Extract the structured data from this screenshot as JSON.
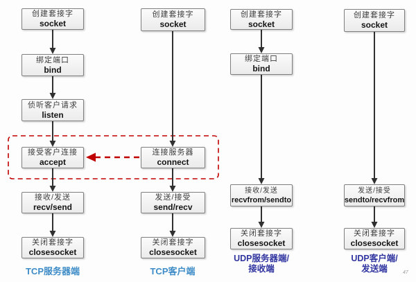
{
  "colors": {
    "accent_red": "#C00000",
    "tcp_label_blue": "#3E8CC7",
    "udp_label_blue": "#3135A0",
    "box_border_gray": "#7F7F7F",
    "arrow_dark": "#303030"
  },
  "watermark": "47",
  "columns": [
    {
      "label1": "TCP服务器端",
      "label2": "",
      "nodes": [
        {
          "zh": "创建套接字",
          "en": "socket"
        },
        {
          "zh": "绑定端口",
          "en": "bind"
        },
        {
          "zh": "侦听客户请求",
          "en": "listen"
        },
        {
          "zh": "接受客户连接",
          "en": "accept"
        },
        {
          "zh": "接收/发送",
          "en": "recv/send"
        },
        {
          "zh": "关闭套接字",
          "en": "closesocket"
        }
      ]
    },
    {
      "label1": "TCP客户端",
      "label2": "",
      "nodes": [
        {
          "zh": "创建套接字",
          "en": "socket"
        },
        {
          "zh": "连接服务器",
          "en": "connect"
        },
        {
          "zh": "发送/接受",
          "en": "send/recv"
        },
        {
          "zh": "关闭套接字",
          "en": "closesocket"
        }
      ]
    },
    {
      "label1": "UDP服务器端/",
      "label2": "接收端",
      "nodes": [
        {
          "zh": "创建套接字",
          "en": "socket"
        },
        {
          "zh": "绑定端口",
          "en": "bind"
        },
        {
          "zh": "接收/发送",
          "en": "recvfrom/sendto"
        },
        {
          "zh": "关闭套接字",
          "en": "closesocket"
        }
      ]
    },
    {
      "label1": "UDP客户端/",
      "label2": "发送端",
      "nodes": [
        {
          "zh": "创建套接字",
          "en": "socket"
        },
        {
          "zh": "发送/接受",
          "en": "sendto/recvfrom"
        },
        {
          "zh": "关闭套接字",
          "en": "closesocket"
        }
      ]
    }
  ]
}
